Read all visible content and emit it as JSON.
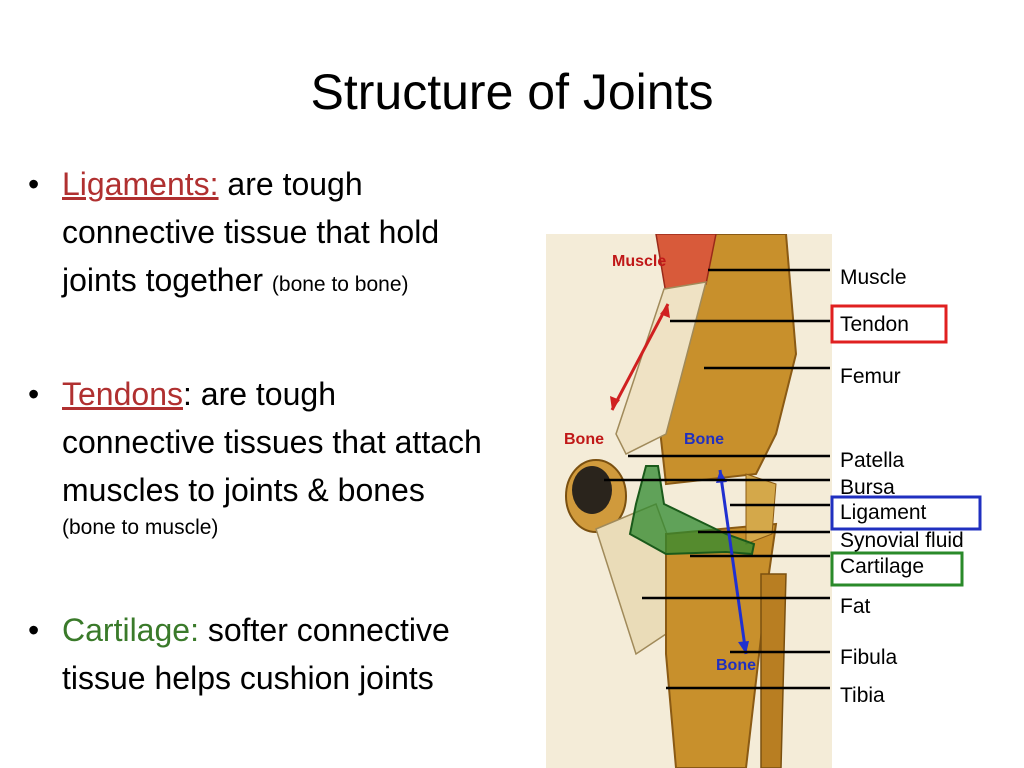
{
  "slide": {
    "title": "Structure of Joints",
    "bullets": [
      {
        "term": "Ligaments:",
        "text_lines": [
          "are tough",
          "connective tissue that hold",
          "joints together"
        ],
        "note": "(bone to bone)"
      },
      {
        "term": "Tendons",
        "text_lines": [
          ": are tough",
          "connective tissues that attach",
          "muscles to joints & bones"
        ],
        "note": "(bone to muscle)"
      },
      {
        "term": "Cartilage:",
        "text_lines": [
          "softer connective",
          "tissue helps cushion joints"
        ],
        "note": ""
      }
    ],
    "bullet_glyph": "•"
  },
  "diagram": {
    "image_labels": {
      "muscle": "Muscle",
      "bone_left": "Bone",
      "bone_mid": "Bone",
      "bone_bottom": "Bone"
    },
    "callouts": [
      "Muscle",
      "Tendon",
      "Femur",
      "Patella",
      "Bursa",
      "Ligament",
      "Synovial fluid",
      "Cartilage",
      "Fat",
      "Fibula",
      "Tibia"
    ],
    "highlighted": {
      "tendon_box": "#e02020",
      "ligament_box": "#2030c0",
      "cartilage_box": "#2a8a2a"
    },
    "colors": {
      "term_red": "#b03030",
      "term_green": "#3a7a2a",
      "arrow_red": "#d02020",
      "arrow_blue": "#2030d0",
      "cartilage_fill": "#2f8a2f"
    }
  }
}
